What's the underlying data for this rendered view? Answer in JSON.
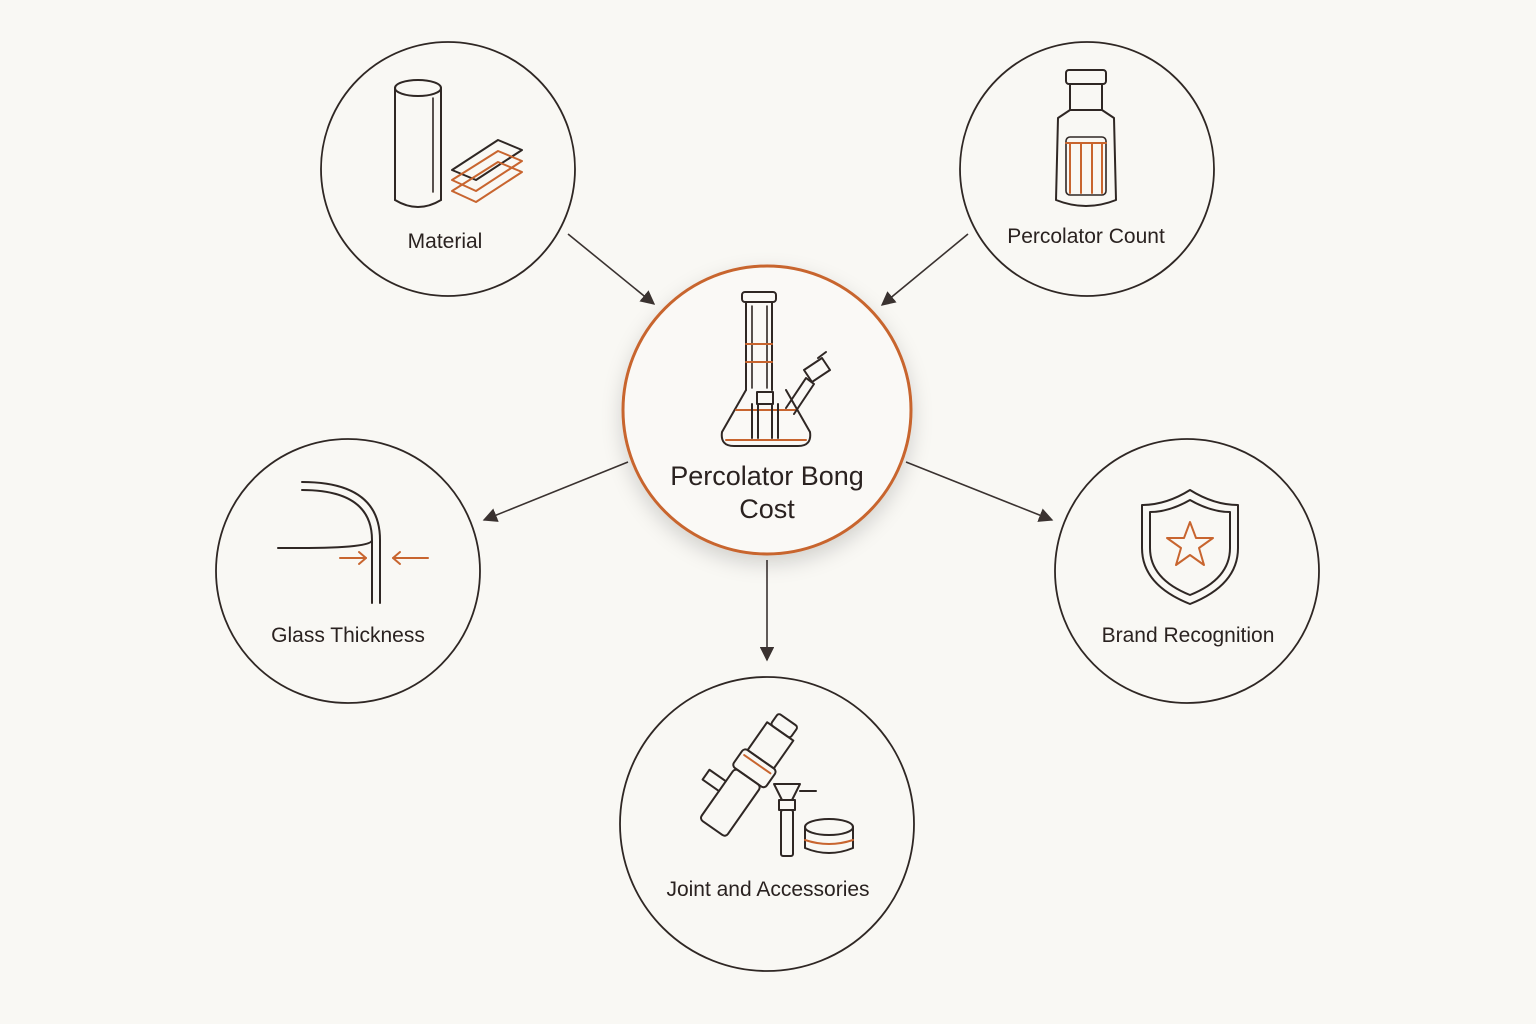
{
  "center": {
    "title_line1": "Percolator Bong",
    "title_line2": "Cost"
  },
  "nodes": {
    "material": {
      "label": "Material",
      "icon": "material-icon"
    },
    "percolator_count": {
      "label": "Percolator Count",
      "icon": "percolator-count-icon"
    },
    "glass_thickness": {
      "label": "Glass Thickness",
      "icon": "glass-thickness-icon"
    },
    "brand_recognition": {
      "label": "Brand Recognition",
      "icon": "shield-star-icon"
    },
    "joint_accessories": {
      "label": "Joint and Accessories",
      "icon": "joint-accessories-icon"
    }
  },
  "colors": {
    "accent": "#c8652f",
    "ink": "#2f2724",
    "background": "#f9f8f4"
  }
}
